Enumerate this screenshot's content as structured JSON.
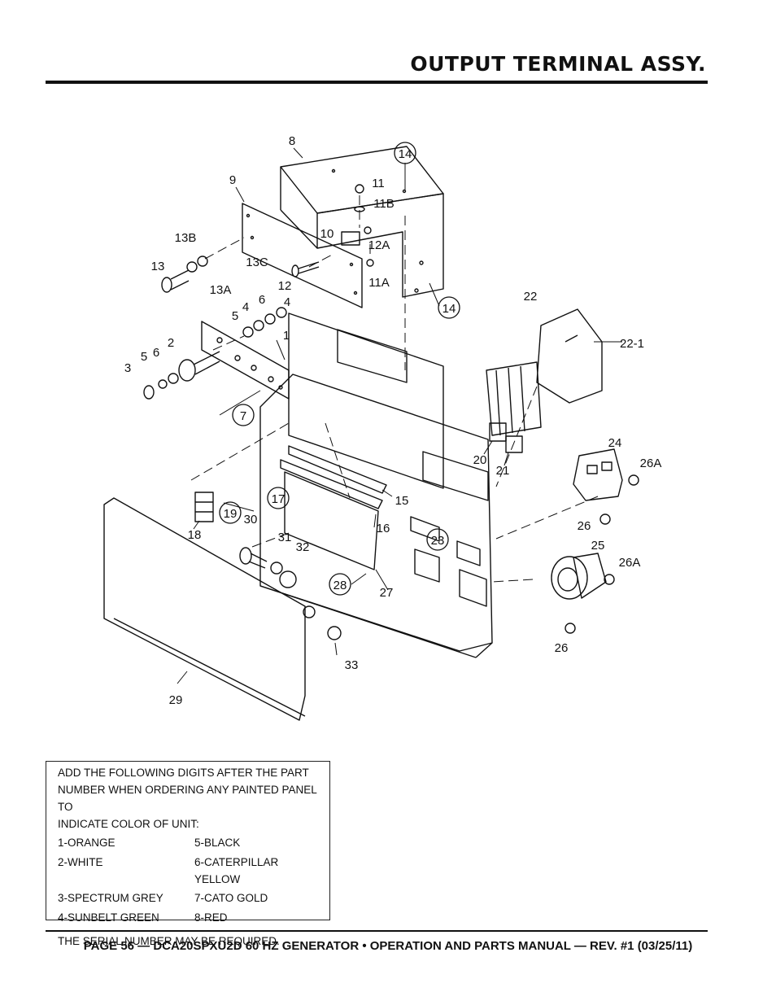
{
  "page": {
    "title": "OUTPUT TERMINAL ASSY."
  },
  "callouts": {
    "c8": "8",
    "c14a": "14",
    "c9": "9",
    "c11": "11",
    "c11b": "11B",
    "c10": "10",
    "c12a": "12A",
    "c13b": "13B",
    "c13c": "13C",
    "c13": "13",
    "c12": "12",
    "c11a": "11A",
    "c13a": "13A",
    "c14b": "14",
    "c22": "22",
    "c4a": "4",
    "c6a": "6",
    "c4b": "4",
    "c5a": "5",
    "c22_1": "22-1",
    "c2": "2",
    "c6b": "6",
    "c5b": "5",
    "c3": "3",
    "c1": "1",
    "c7": "7",
    "c20": "20",
    "c21": "21",
    "c24": "24",
    "c26a_1": "26A",
    "c17": "17",
    "c15": "15",
    "c19": "19",
    "c30": "30",
    "c18": "18",
    "c16": "16",
    "c26_1": "26",
    "c23": "23",
    "c31": "31",
    "c32": "32",
    "c25": "25",
    "c26a_2": "26A",
    "c28": "28",
    "c27": "27",
    "c26_2": "26",
    "c33": "33",
    "c29": "29"
  },
  "note": {
    "heading_lines": [
      "ADD THE FOLLOWING DIGITS AFTER THE PART",
      "NUMBER WHEN ORDERING ANY PAINTED PANEL TO",
      "INDICATE COLOR OF UNIT:"
    ],
    "colors": [
      "1-ORANGE",
      "5-BLACK",
      "2-WHITE",
      "6-CATERPILLAR YELLOW",
      "3-SPECTRUM GREY",
      "7-CATO GOLD",
      "4-SUNBELT GREEN",
      "8-RED"
    ],
    "serial": "THE SERIAL NUMBER MAY BE REQUIRED."
  },
  "footer": "PAGE 56 — DCA20SPXU2D 60 HZ GENERATOR • OPERATION AND PARTS MANUAL — REV. #1 (03/25/11)"
}
